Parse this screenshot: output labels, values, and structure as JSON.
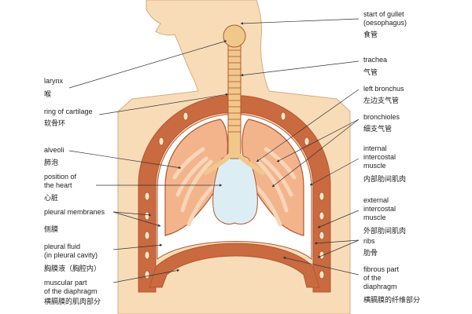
{
  "diagram": {
    "colors": {
      "background": "#ffffff",
      "skin": "#f8dcb8",
      "skin_outline": "#d9a981",
      "body_wall": "#c96a40",
      "lung": "#f3b48c",
      "lung_outline": "#b5562f",
      "lung_tissue": "#f7d6b8",
      "pleura": "#ffffff",
      "heart": "#dceef4",
      "cartilage": "#f0c98a",
      "rib": "#f7e8c8",
      "leader_line": "#333333"
    },
    "labels": {
      "gullet": {
        "en": "start of gullet\n(oesophagus)",
        "zh": "食管"
      },
      "trachea": {
        "en": "trachea",
        "zh": "气管"
      },
      "left_bronchus": {
        "en": "left bronchus",
        "zh": "左边支气管"
      },
      "bronchioles": {
        "en": "bronchioles",
        "zh": "细支气管"
      },
      "internal_intercostal": {
        "en": "internal\nintercostal\nmuscle",
        "zh": "内部肋间肌肉"
      },
      "external_intercostal": {
        "en": "external\nintercostal\nmuscle",
        "zh": "外部肋间肌肉"
      },
      "ribs": {
        "en": "ribs",
        "zh": "肋骨"
      },
      "fibrous_diaphragm": {
        "en": "fibrous part\nof the\ndiaphragm",
        "zh": "横膈膜的纤维部分"
      },
      "larynx": {
        "en": "larynx",
        "zh": "喉"
      },
      "ring_cartilage": {
        "en": "ring of cartilage",
        "zh": "软骨环"
      },
      "alveoli": {
        "en": "alveoli",
        "zh": "肺泡"
      },
      "heart_position": {
        "en": "position of\nthe heart",
        "zh": "心脏"
      },
      "pleural_membranes": {
        "en": "pleural membranes",
        "zh": "侧膜"
      },
      "pleural_fluid": {
        "en": "pleural fluid\n(in pleural cavity)",
        "zh": "胸膜液（胸腔内）"
      },
      "muscular_diaphragm": {
        "en": "muscular part\nof the diaphragm",
        "zh": "横膈膜的肌肉部分"
      }
    }
  }
}
